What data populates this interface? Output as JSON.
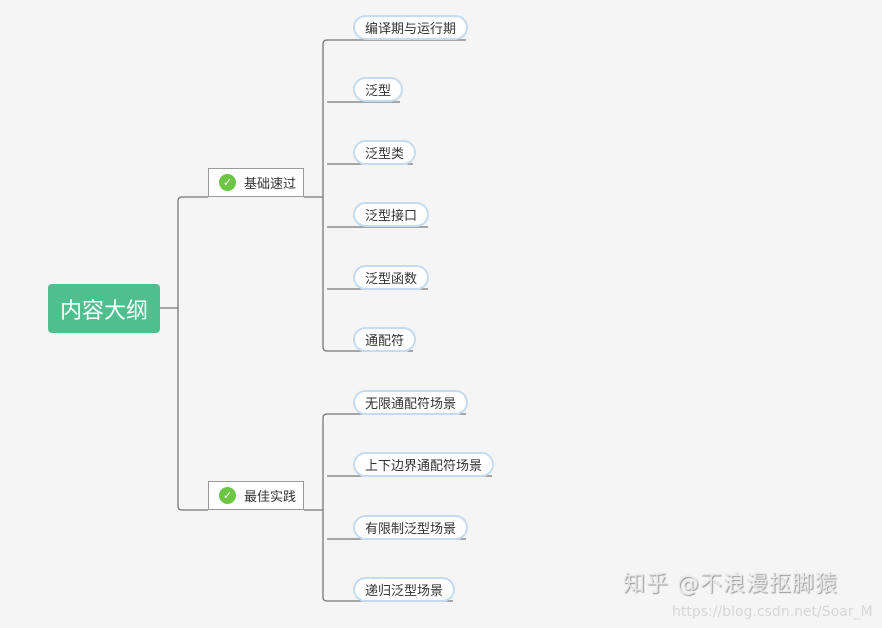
{
  "root": {
    "label": "内容大纲"
  },
  "branches": [
    {
      "label": "基础速过",
      "icon": "check-circle-icon",
      "children": [
        "编译期与运行期",
        "泛型",
        "泛型类",
        "泛型接口",
        "泛型函数",
        "通配符"
      ]
    },
    {
      "label": "最佳实践",
      "icon": "check-circle-icon",
      "children": [
        "无限通配符场景",
        "上下边界通配符场景",
        "有限制泛型场景",
        "递归泛型场景"
      ]
    }
  ],
  "watermark": {
    "line1": "知乎 @不浪漫抠脚猿",
    "line2": "https://blog.csdn.net/Soar_M"
  },
  "colors": {
    "root": "#4fc08d",
    "check": "#6cc644",
    "leaf_border": "#c5dcf0",
    "line": "#777777"
  }
}
